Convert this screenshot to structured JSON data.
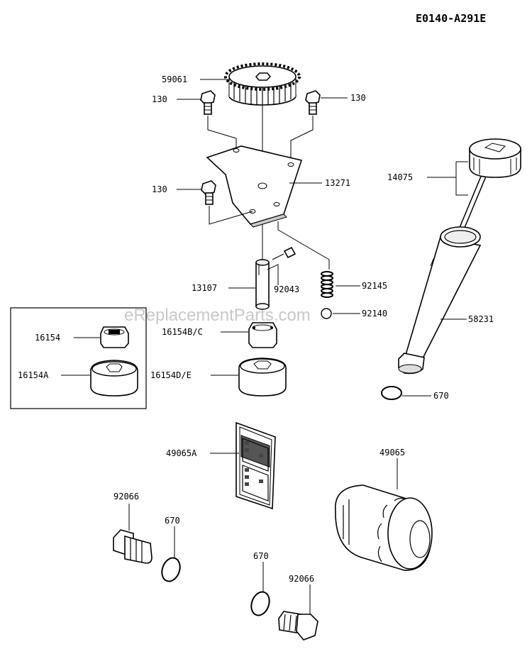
{
  "diagram_code": "E0140-A291E",
  "watermark": "eReplacementParts.com",
  "parts": {
    "p59061": "59061",
    "p130_left_top": "130",
    "p130_right_top": "130",
    "p130_left_mid": "130",
    "p13271": "13271",
    "p14075": "14075",
    "p13107": "13107",
    "p92043": "92043",
    "p92145": "92145",
    "p92140": "92140",
    "p58231": "58231",
    "p16154": "16154",
    "p16154BC": "16154B/C",
    "p16154A": "16154A",
    "p16154DE": "16154D/E",
    "p670_right": "670",
    "p49065A": "49065A",
    "p49065": "49065",
    "p92066_left": "92066",
    "p670_left": "670",
    "p670_bottom": "670",
    "p92066_bottom": "92066"
  }
}
